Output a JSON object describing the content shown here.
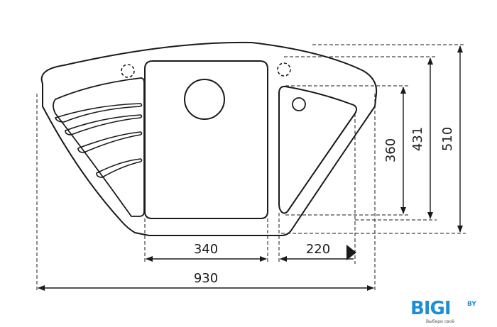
{
  "dimensions": {
    "bowl_width": "340",
    "drainer_width": "220",
    "total_width": "930",
    "drainer_depth": "360",
    "bowl_depth": "431",
    "total_depth": "510"
  },
  "logo": {
    "main": "BIGI",
    "suffix": "BY",
    "tagline": "Выбери своё"
  },
  "colors": {
    "line": "#1a1a1a",
    "logo_blue": "#1e8fd6"
  }
}
